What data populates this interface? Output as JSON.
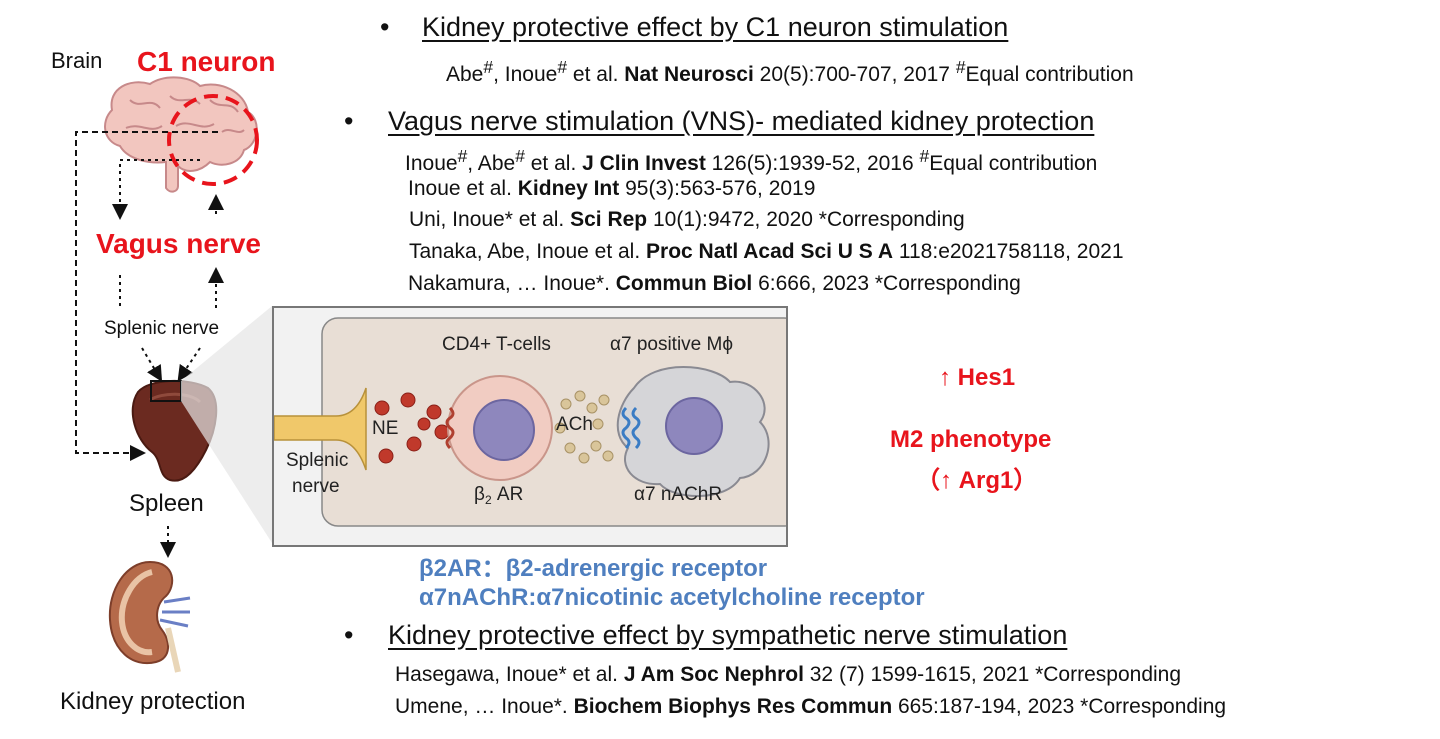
{
  "left": {
    "brain_label": "Brain",
    "c1_label": "C1 neuron",
    "vagus_label": "Vagus nerve",
    "splenic_label": "Splenic nerve",
    "spleen_label": "Spleen",
    "kidney_label": "Kidney protection"
  },
  "section1": {
    "bullet": "•",
    "title": "Kidney protective effect by C1 neuron stimulation",
    "refs": [
      {
        "pre": "Abe",
        "sup1": "#",
        "mid": ", Inoue",
        "sup2": "#",
        "etal": " et al. ",
        "journal": "Nat Neurosci",
        "post": " 20(5):700-707, 2017  ",
        "sup3": "#",
        "tail": "Equal contribution"
      }
    ]
  },
  "section2": {
    "bullet": "•",
    "title": "Vagus nerve stimulation (VNS)- mediated kidney protection",
    "refs": [
      {
        "pre": "Inoue",
        "sup1": "#",
        "mid": ", Abe",
        "sup2": "#",
        "etal": " et al. ",
        "journal": "J Clin Invest",
        "post": " 126(5):1939-52, 2016   ",
        "sup3": "#",
        "tail": "Equal contribution"
      },
      {
        "pre": "Inoue et al. ",
        "journal": "Kidney Int",
        "post": " 95(3):563-576, 2019"
      },
      {
        "pre": "Uni, Inoue* et al. ",
        "journal": "Sci Rep",
        "post": " 10(1):9472, 2020 *Corresponding"
      },
      {
        "pre": "Tanaka, Abe, Inoue et al. ",
        "journal": "Proc Natl Acad Sci U S A",
        "post": " 118:e2021758118, 2021"
      },
      {
        "pre": "Nakamura, … Inoue*. ",
        "journal": "Commun Biol",
        "post": " 6:666, 2023 *Corresponding"
      }
    ]
  },
  "inset": {
    "cd4_label": "CD4+ T-cells",
    "a7_label": "α7 positive Mϕ",
    "ne_label": "NE",
    "ach_label": "ACh",
    "splenic_l1": "Splenic",
    "splenic_l2": "nerve",
    "b2_label": "β",
    "b2_sub": "2",
    "b2_tail": " AR",
    "a7n_label": "α7 nAChR"
  },
  "effects": {
    "hes1": "↑ Hes1",
    "m2": "M2 phenotype",
    "arg1": "（↑ Arg1）"
  },
  "abbrev": {
    "line1": "β2AR：β2-adrenergic receptor",
    "line2": "α7nAChR:α7nicotinic acetylcholine receptor"
  },
  "section3": {
    "bullet": "•",
    "title": "Kidney protective effect by sympathetic nerve stimulation",
    "refs": [
      {
        "pre": "Hasegawa, Inoue* et al. ",
        "journal": "J Am Soc Nephrol",
        "post": " 32 (7) 1599-1615, 2021 *Corresponding"
      },
      {
        "pre": "Umene, … Inoue*. ",
        "journal": "Biochem Biophys Res Commun",
        "post": " 665:187-194, 2023 *Corresponding"
      }
    ]
  },
  "colors": {
    "red": "#e8141c",
    "blue": "#4f7fbf"
  }
}
